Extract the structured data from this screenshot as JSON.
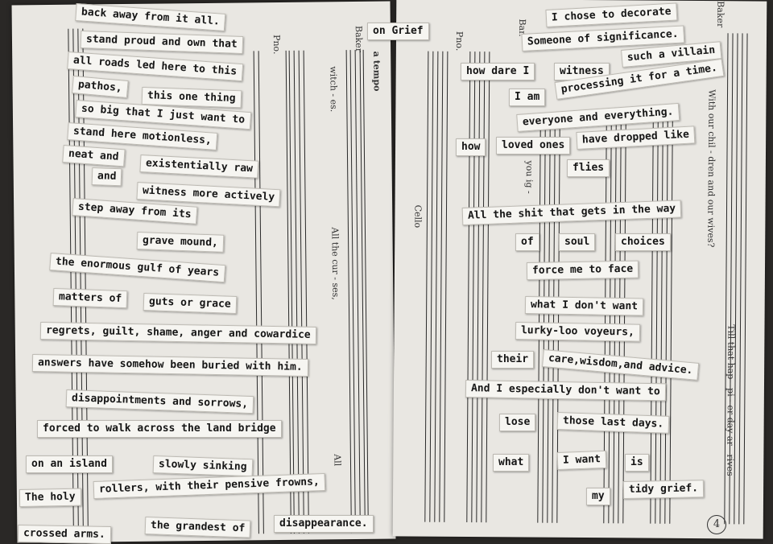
{
  "clippings": {
    "left": [
      "back away from it all.",
      "stand proud and own that",
      "all roads led here to this",
      "pathos,",
      "this one thing",
      "so big that I just want to",
      "stand here motionless,",
      "neat and",
      "existentially raw",
      "and",
      "witness more actively",
      "step away from its",
      "grave mound,",
      "the enormous gulf of years",
      "matters of",
      "guts or grace",
      "regrets, guilt, shame, anger and cowardice",
      "answers have somehow been buried with him.",
      "disappointments and sorrows,",
      "forced to walk across the land bridge",
      "on an island",
      "slowly sinking",
      "The holy",
      "rollers, with their pensive frowns,",
      "the grandest of",
      "disappearance.",
      "crossed arms."
    ],
    "center": [
      "on Grief"
    ],
    "right": [
      "I chose to decorate",
      "Someone of significance.",
      "how dare I",
      "witness",
      "such a villain",
      "I am",
      "processing it for a time.",
      "everyone and everything.",
      "how",
      "loved ones",
      "have dropped like",
      "flies",
      "All the shit that gets in the way",
      "of",
      "soul",
      "choices",
      "force me to face",
      "what I don't want",
      "lurky-loo voyeurs,",
      "their",
      "care,wisdom,and advice.",
      "And I especially don't want to",
      "lose",
      "those last days.",
      "what",
      "I want",
      "is",
      "my",
      "tidy grief."
    ]
  },
  "score": {
    "tempo": "a tempo",
    "instrument_labels": [
      "Pno.",
      "Pno.",
      "Baker",
      "Cello",
      "Bar.",
      "Baker"
    ],
    "lyrics_left": [
      "witch - es.",
      "All  the  cur - ses,",
      "All"
    ],
    "lyrics_right": [
      "you  ig -",
      "With  our  chil - dren  and  our  wives?",
      "Till  that  hap - pi - er  day  ar - rives"
    ],
    "page_number": "4"
  }
}
